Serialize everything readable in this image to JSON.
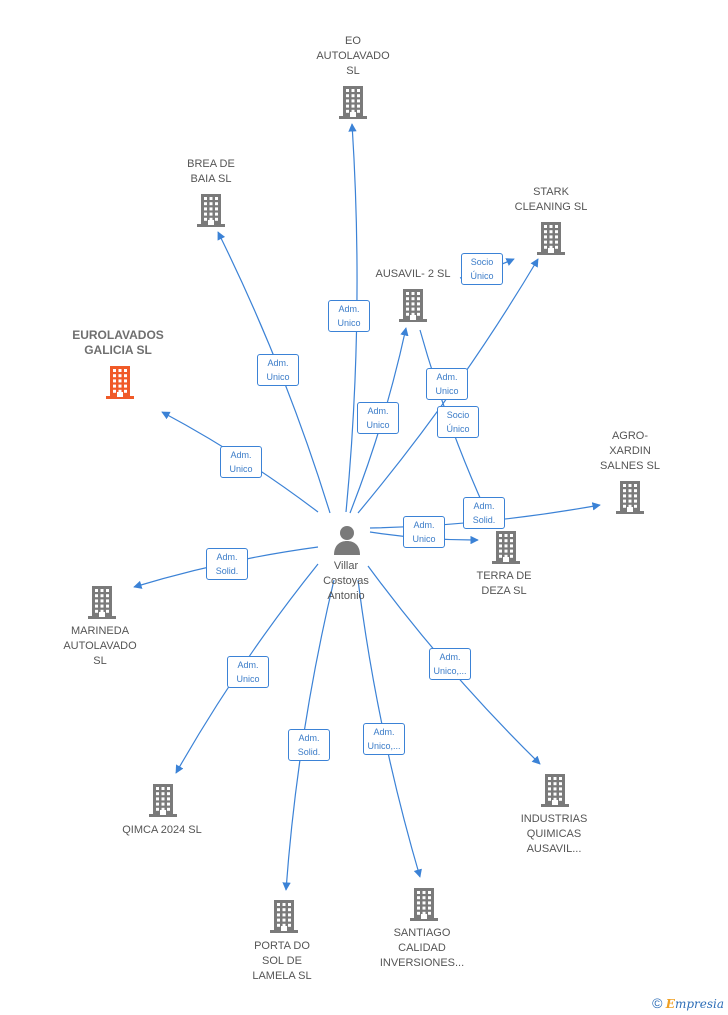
{
  "colors": {
    "edge": "#3b82d6",
    "building": "#7a7a7a",
    "highlight": "#f05a28",
    "person": "#7a7a7a"
  },
  "person": {
    "label": "Villar\nCostoyas\nAntonio",
    "icon": "person-icon"
  },
  "companies": [
    {
      "id": "eo",
      "label": "EO\nAUTOLAVADO\nSL",
      "icon": "building-icon",
      "highlight": false
    },
    {
      "id": "brea",
      "label": "BREA DE\nBAIA  SL",
      "icon": "building-icon",
      "highlight": false
    },
    {
      "id": "stark",
      "label": "STARK\nCLEANING  SL",
      "icon": "building-icon",
      "highlight": false
    },
    {
      "id": "ausavil2",
      "label": "AUSAVIL- 2 SL",
      "icon": "building-icon",
      "highlight": false
    },
    {
      "id": "eurolavados",
      "label": "EUROLAVADOS\nGALICIA  SL",
      "icon": "building-icon",
      "highlight": true
    },
    {
      "id": "agroxardin",
      "label": "AGRO-\nXARDIN\nSALNES  SL",
      "icon": "building-icon",
      "highlight": false
    },
    {
      "id": "terra",
      "label": "TERRA DE\nDEZA  SL",
      "icon": "building-icon",
      "highlight": false
    },
    {
      "id": "marineda",
      "label": "MARINEDA\nAUTOLAVADO\nSL",
      "icon": "building-icon",
      "highlight": false
    },
    {
      "id": "qimca",
      "label": "QIMCA 2024  SL",
      "icon": "building-icon",
      "highlight": false
    },
    {
      "id": "industrias",
      "label": "INDUSTRIAS\nQUIMICAS\nAUSAVIL...",
      "icon": "building-icon",
      "highlight": false
    },
    {
      "id": "porta",
      "label": "PORTA DO\nSOL DE\nLAMELA  SL",
      "icon": "building-icon",
      "highlight": false
    },
    {
      "id": "santiago",
      "label": "SANTIAGO\nCALIDAD\nINVERSIONES...",
      "icon": "building-icon",
      "highlight": false
    }
  ],
  "edges": [
    {
      "to": "eo",
      "label": "Adm.\nUnico"
    },
    {
      "to": "brea",
      "label": "Adm.\nUnico"
    },
    {
      "to": "ausavil2",
      "label": "Adm.\nUnico"
    },
    {
      "to": "stark",
      "label": "Adm.\nUnico"
    },
    {
      "from": "ausavil2",
      "to": "stark",
      "label": "Socio\nÚnico"
    },
    {
      "from": "ausavil2",
      "to": "terra",
      "label": "Socio\nÚnico"
    },
    {
      "to": "eurolavados",
      "label": "Adm.\nUnico"
    },
    {
      "to": "agroxardin",
      "label": "Adm.\nSolid."
    },
    {
      "to": "terra",
      "label": "Adm.\nUnico"
    },
    {
      "to": "marineda",
      "label": "Adm.\nSolid."
    },
    {
      "to": "qimca",
      "label": "Adm.\nUnico"
    },
    {
      "to": "industrias",
      "label": "Adm.\nUnico,..."
    },
    {
      "to": "porta",
      "label": "Adm.\nSolid."
    },
    {
      "to": "santiago",
      "label": "Adm.\nUnico,..."
    }
  ],
  "footer": {
    "copyright_symbol": "©",
    "brand_initial": "E",
    "brand_rest": "mpresia"
  }
}
